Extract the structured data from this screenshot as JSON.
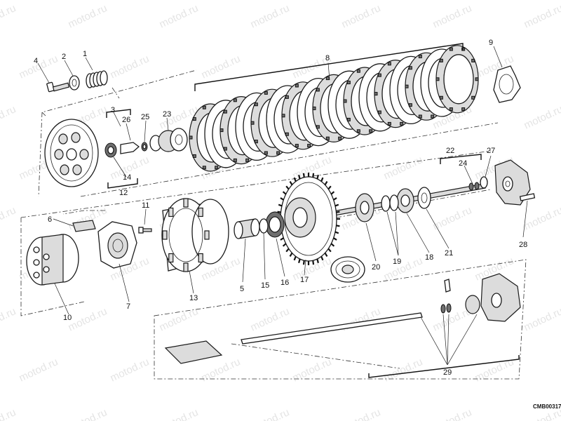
{
  "diagram": {
    "code": "CMB00317",
    "watermark": "motod.ru",
    "labels": [
      {
        "id": "1",
        "text": "1"
      },
      {
        "id": "2",
        "text": "2"
      },
      {
        "id": "3",
        "text": "3"
      },
      {
        "id": "4",
        "text": "4"
      },
      {
        "id": "5",
        "text": "5"
      },
      {
        "id": "6",
        "text": "6"
      },
      {
        "id": "7",
        "text": "7"
      },
      {
        "id": "8",
        "text": "8"
      },
      {
        "id": "9",
        "text": "9"
      },
      {
        "id": "10",
        "text": "10"
      },
      {
        "id": "11",
        "text": "11"
      },
      {
        "id": "12",
        "text": "12"
      },
      {
        "id": "13",
        "text": "13"
      },
      {
        "id": "14",
        "text": "14"
      },
      {
        "id": "15",
        "text": "15"
      },
      {
        "id": "16",
        "text": "16"
      },
      {
        "id": "17",
        "text": "17"
      },
      {
        "id": "18",
        "text": "18"
      },
      {
        "id": "19",
        "text": "19"
      },
      {
        "id": "20",
        "text": "20"
      },
      {
        "id": "21",
        "text": "21"
      },
      {
        "id": "22",
        "text": "22"
      },
      {
        "id": "23",
        "text": "23"
      },
      {
        "id": "24",
        "text": "24"
      },
      {
        "id": "25",
        "text": "25"
      },
      {
        "id": "26",
        "text": "26"
      },
      {
        "id": "27",
        "text": "27"
      },
      {
        "id": "28",
        "text": "28"
      },
      {
        "id": "29",
        "text": "29"
      }
    ]
  }
}
